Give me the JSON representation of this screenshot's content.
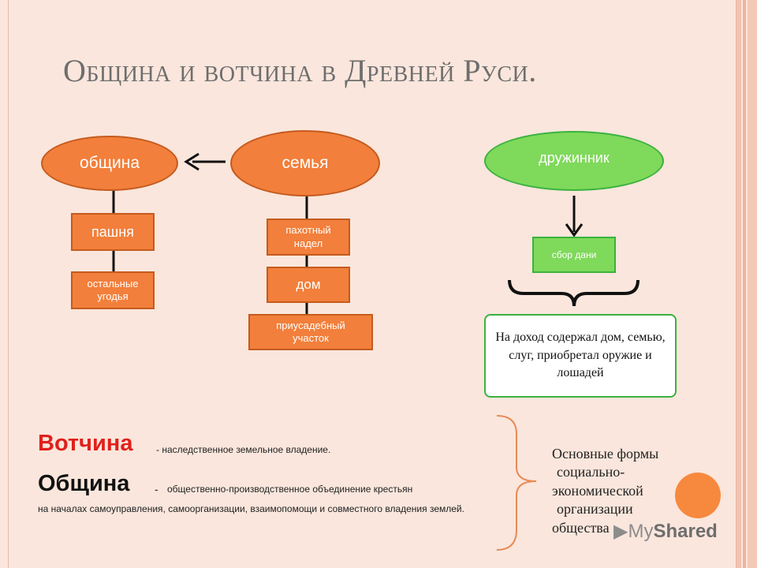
{
  "title": "Община и вотчина в Древней Руси.",
  "colors": {
    "orange": "#f27f3b",
    "green": "#7fd95a",
    "title": "#6e6e6e",
    "accent_red": "#e0201c"
  },
  "nodes": {
    "obshchina": "община",
    "semya": "семья",
    "druzhinnik": "дружинник",
    "pashnya": "пашня",
    "ostalnye": "остальные угодья",
    "pakhotny": "пахотный надел",
    "dom": "дом",
    "priusadebny": "приусадебный участок",
    "sbor": "сбор дани",
    "income": "На доход содержал дом, семью, слуг, приобретал оружие и лошадей"
  },
  "definitions": {
    "votchina_term": "Вотчина",
    "votchina_def": "- наследственное земельное владение.",
    "obshchina_term": "Община",
    "obshchina_dash": " - ",
    "obshchina_def_1": "общественно-производственное объединение крестьян",
    "obshchina_def_2": "на началах самоуправления, самоорганизации, взаимопомощи и совместного владения землей."
  },
  "forms": [
    "Основные формы",
    "социально-",
    "экономической",
    "организации",
    "общества"
  ],
  "watermark": {
    "my": "My",
    "shared": "Shared"
  }
}
